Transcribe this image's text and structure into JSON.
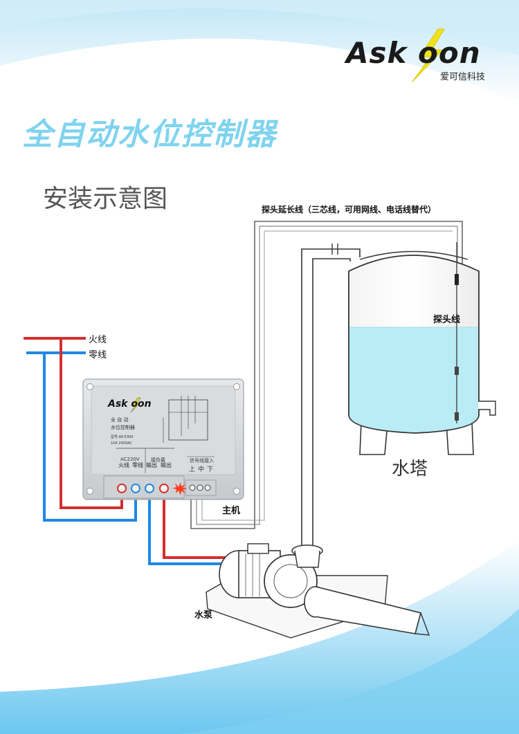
{
  "brand": {
    "logo_text": "Ask oon",
    "logo_subtitle": "爱可信科技",
    "accent_color": "#f0e21c"
  },
  "page": {
    "title": "全自动水位控制器",
    "subtitle": "安装示意图"
  },
  "labels": {
    "live_wire": "火线",
    "neutral_wire": "零线",
    "probe_extension": "探头延长线（三芯线，可用网线、电话线替代）",
    "probe_wire": "探头线",
    "water_tower": "水塔",
    "host": "主机",
    "water_pump": "水泵"
  },
  "controller": {
    "brand": "Ask oon",
    "name_line1": "全 自 动",
    "name_line2": "水位控制器",
    "model": "型号:AK-5300",
    "rating": "10A 240VAC",
    "group_power": "AC220V",
    "group_output": "接负载",
    "group_signal": "信号线接入",
    "terminal_live": "火线",
    "terminal_neutral": "零线",
    "terminal_out1": "输出",
    "terminal_out2": "输出",
    "signal_up": "上",
    "signal_mid": "中",
    "signal_down": "下"
  },
  "colors": {
    "live": "#d32f2f",
    "neutral": "#1e88e5",
    "water": "#b9ecf5",
    "sky": "#8fd4f2"
  }
}
